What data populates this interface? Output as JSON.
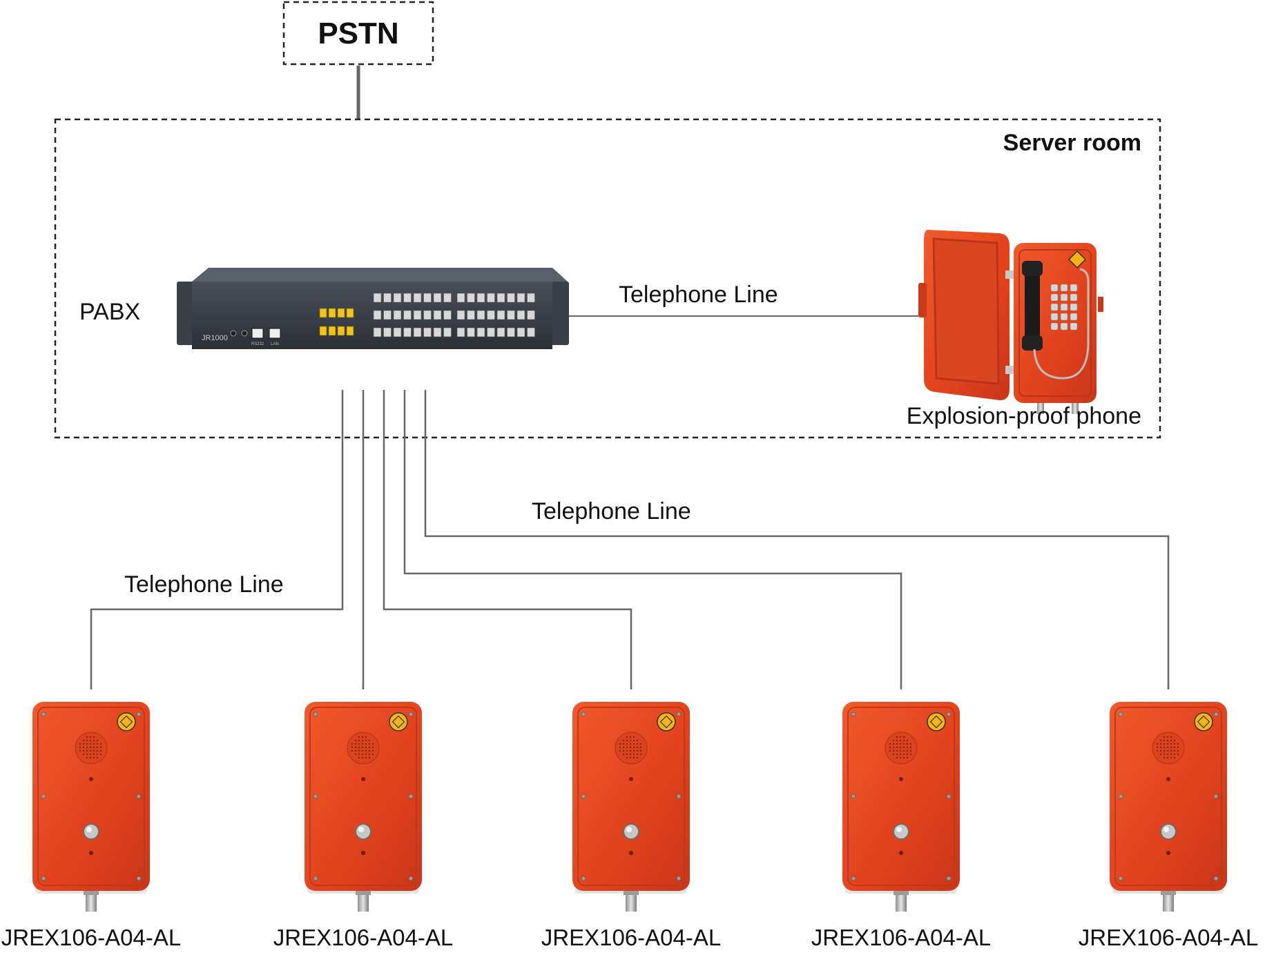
{
  "pstn": {
    "label": "PSTN"
  },
  "server_room": {
    "label": "Server room"
  },
  "pabx": {
    "label": "PABX",
    "model": "JR1000",
    "port_labels": [
      "RS232",
      "LAN"
    ]
  },
  "explosion_proof_phone": {
    "label": "Explosion-proof phone"
  },
  "connections": {
    "pabx_to_phone_label": "Telephone Line",
    "upper_branch_label": "Telephone Line",
    "left_branch_label": "Telephone Line"
  },
  "terminals": [
    {
      "model": "JREX106-A04-AL"
    },
    {
      "model": "JREX106-A04-AL"
    },
    {
      "model": "JREX106-A04-AL"
    },
    {
      "model": "JREX106-A04-AL"
    },
    {
      "model": "JREX106-A04-AL"
    }
  ],
  "colors": {
    "phone_orange": "#e8451f",
    "line_gray": "#6b6b6b",
    "ex_badge": "#f2b416",
    "rack_dark": "#3a3f47"
  }
}
